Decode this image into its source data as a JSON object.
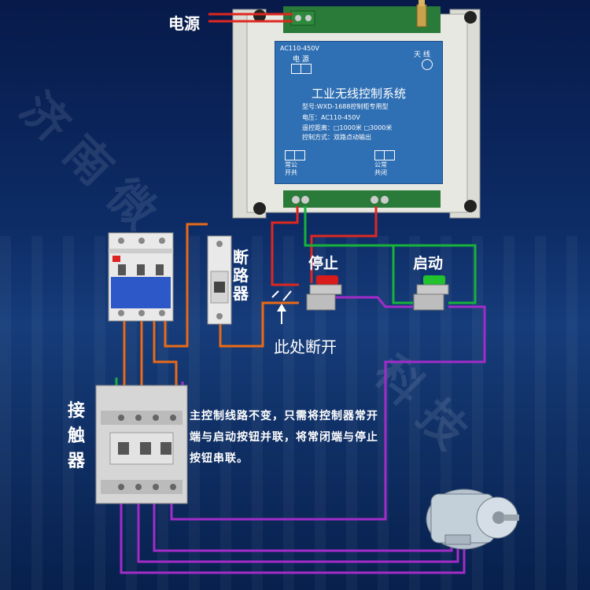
{
  "labels": {
    "power": "电源",
    "breaker": "断路器",
    "stop": "停止",
    "start": "启动",
    "break_here": "此处断开",
    "contactor": "接触器",
    "note": "主控制线路不变，只需将控制器常开端与启动按钮并联，将常闭端与停止按钮串联。"
  },
  "controller_panel": {
    "voltage_top": "AC110-450V",
    "power": "电 源",
    "antenna": "天 线",
    "title": "工业无线控制系统",
    "model": "型号:WXD-1688控制柜专用型",
    "voltage": "电压：AC110-450V",
    "range": "遥控距离：□1000米  □3000米",
    "mode": "控制方式：双路点动输出",
    "no_common": "常公开共",
    "common_nc": "公常共闭"
  },
  "watermark": {
    "left": "济南微",
    "right": "科技"
  },
  "colors": {
    "red": "#e0271f",
    "green": "#17b23a",
    "orange": "#ea6a16",
    "purple": "#a32cc9",
    "white": "#ffffff",
    "stop_button": "#d81b1b",
    "start_button": "#22c12e"
  },
  "icons": [
    "breaker-icon",
    "contactor-icon",
    "push-button-icon",
    "motor-icon",
    "antenna-icon",
    "arrow-up-icon"
  ]
}
